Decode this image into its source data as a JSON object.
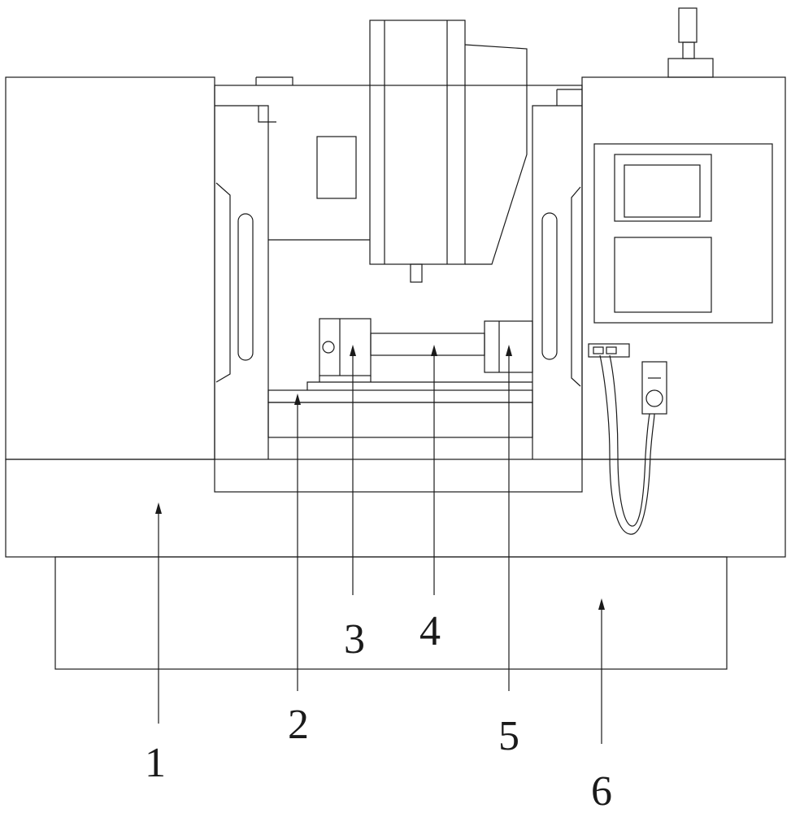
{
  "diagram": {
    "line_color": "#1a1a1a",
    "background": "#ffffff",
    "labels": [
      {
        "id": "1",
        "text": "1"
      },
      {
        "id": "2",
        "text": "2"
      },
      {
        "id": "3",
        "text": "3"
      },
      {
        "id": "4",
        "text": "4"
      },
      {
        "id": "5",
        "text": "5"
      },
      {
        "id": "6",
        "text": "6"
      }
    ]
  }
}
